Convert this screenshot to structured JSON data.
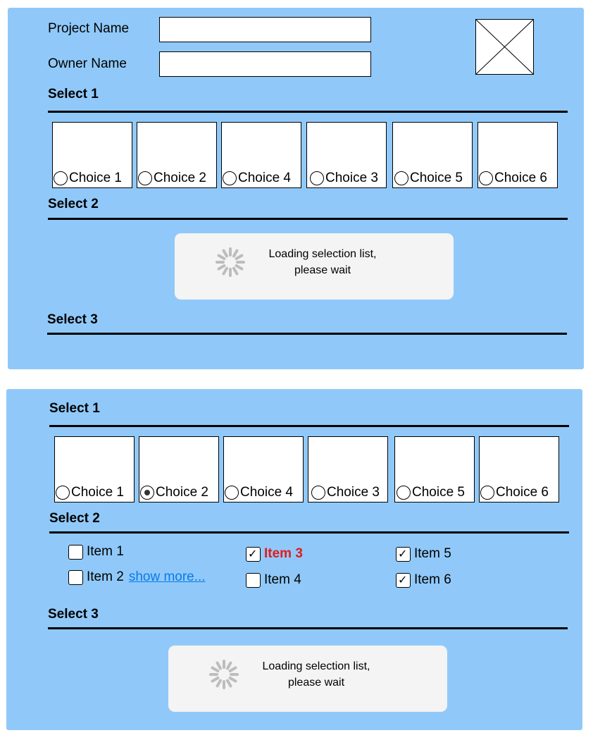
{
  "form": {
    "project_name_label": "Project Name",
    "project_name_value": "",
    "owner_name_label": "Owner Name",
    "owner_name_value": ""
  },
  "panel_top": {
    "select1_title": "Select 1",
    "choices": [
      {
        "label": "Choice 1",
        "selected": false
      },
      {
        "label": "Choice 2",
        "selected": false
      },
      {
        "label": "Choice 4",
        "selected": false
      },
      {
        "label": "Choice 3",
        "selected": false
      },
      {
        "label": "Choice 5",
        "selected": false
      },
      {
        "label": "Choice 6",
        "selected": false
      }
    ],
    "select2_title": "Select 2",
    "loading_line1": "Loading selection list,",
    "loading_line2": "please wait",
    "select3_title": "Select 3"
  },
  "panel_bottom": {
    "select1_title": "Select 1",
    "choices": [
      {
        "label": "Choice 1",
        "selected": false
      },
      {
        "label": "Choice 2",
        "selected": true
      },
      {
        "label": "Choice 4",
        "selected": false
      },
      {
        "label": "Choice 3",
        "selected": false
      },
      {
        "label": "Choice 5",
        "selected": false
      },
      {
        "label": "Choice 6",
        "selected": false
      }
    ],
    "select2_title": "Select 2",
    "items": [
      {
        "label": "Item 1",
        "checked": false
      },
      {
        "label": "Item 2",
        "checked": false
      },
      {
        "label": "Item 3",
        "checked": true
      },
      {
        "label": "Item 4",
        "checked": false
      },
      {
        "label": "Item 5",
        "checked": true
      },
      {
        "label": "Item 6",
        "checked": true
      }
    ],
    "show_more_label": "show more...",
    "select3_title": "Select 3",
    "loading_line1": "Loading selection list,",
    "loading_line2": "please wait"
  },
  "colors": {
    "panel_bg": "#90c9f9",
    "alert_text": "#e31b1b",
    "link": "#0a7ae8",
    "loader_bg": "#f4f4f4"
  },
  "icons": {
    "image_placeholder": "image-placeholder-icon",
    "spinner": "loading-spinner-icon",
    "check": "checkmark-icon"
  }
}
